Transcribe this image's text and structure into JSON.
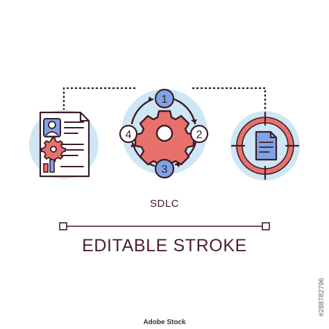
{
  "concept": {
    "title": "SDLC",
    "footer": "EDITABLE STROKE"
  },
  "cycle": {
    "steps": [
      "1",
      "2",
      "3",
      "4"
    ]
  },
  "stock": {
    "id": "#288782796",
    "logo": "Adobe Stock"
  },
  "colors": {
    "outline": "#3a1c27",
    "accent_red": "#e8716d",
    "accent_blue": "#7fa4e6",
    "light_blue": "#cfe6f4"
  },
  "icons": [
    "document-profile-icon",
    "gear-cycle-icon",
    "target-document-icon"
  ]
}
